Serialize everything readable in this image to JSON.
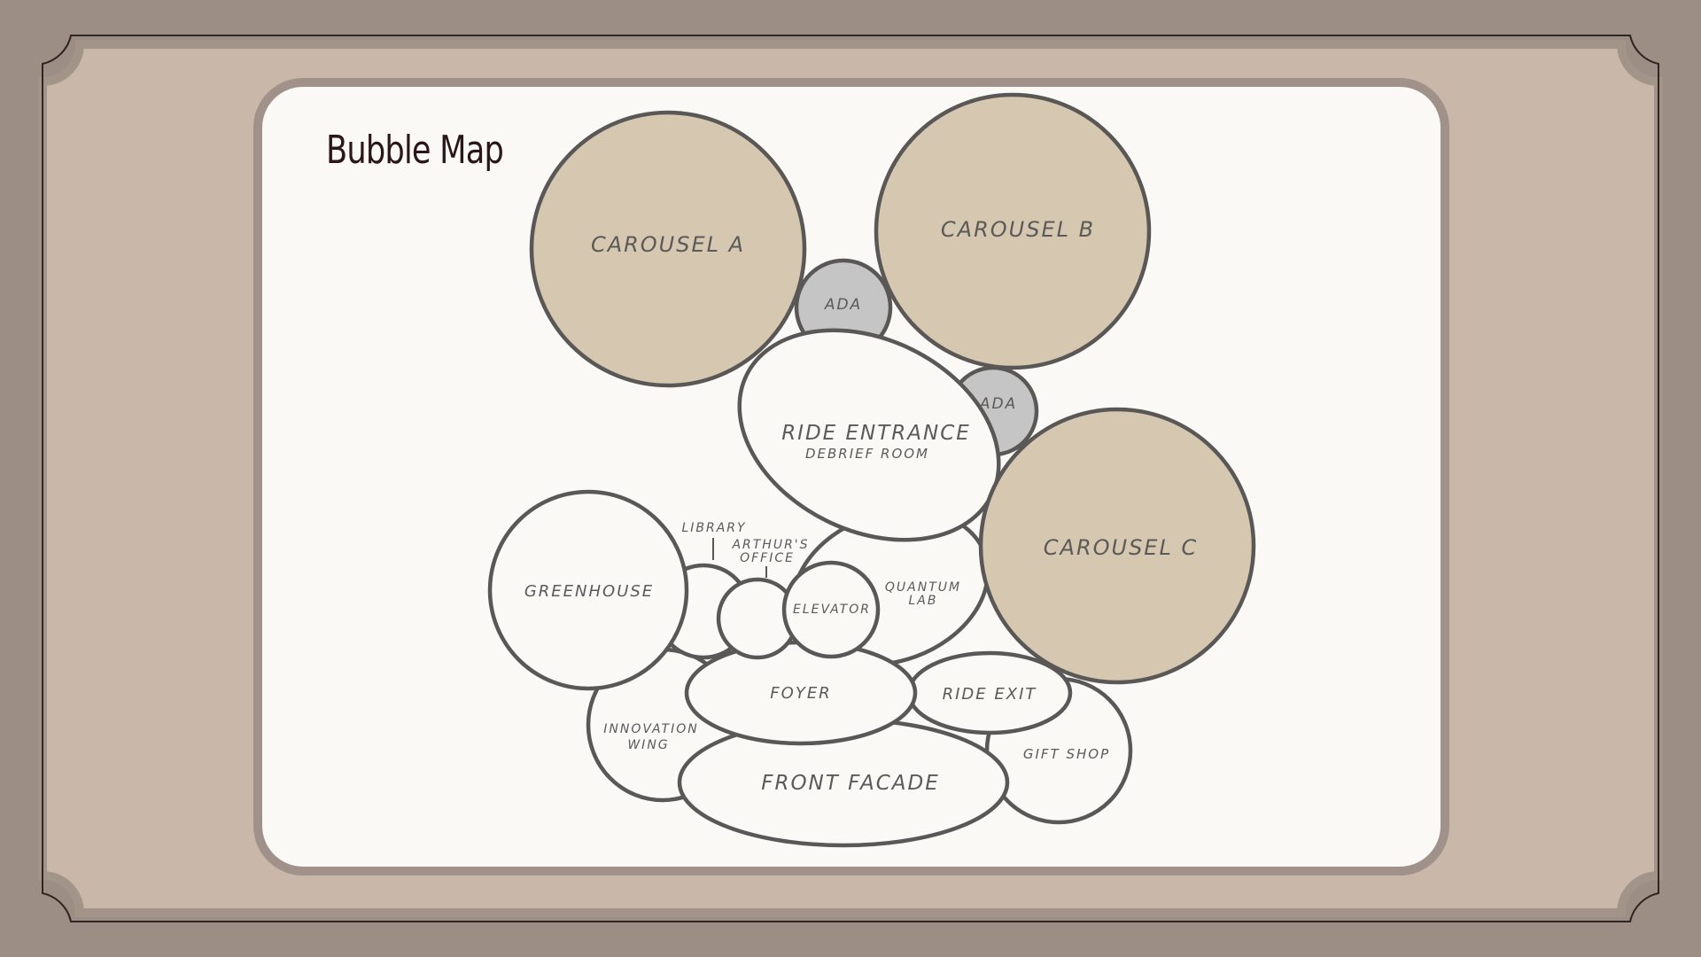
{
  "slide": {
    "title": "Bubble Map"
  },
  "colors": {
    "background": "#9c8e84",
    "panel": "#c9b7aa",
    "card_border": "#a0918a",
    "card": "#fbf9f6",
    "carousel_fill": "#d5c7b0",
    "ada_fill": "#c6c5c5",
    "room_fill": "#fbf9f6",
    "outline": "#5a5856",
    "title_text": "#2a1718"
  },
  "bubbles": {
    "carousel_a": "CAROUSEL A",
    "carousel_b": "CAROUSEL B",
    "carousel_c": "CAROUSEL C",
    "ada_1": "ADA",
    "ada_2": "ADA",
    "ride_entrance": "RIDE ENTRANCE",
    "debrief_room": "DEBRIEF ROOM",
    "greenhouse": "GREENHOUSE",
    "library": "LIBRARY",
    "arthurs_office_1": "ARTHUR'S",
    "arthurs_office_2": "OFFICE",
    "elevator": "ELEVATOR",
    "quantum_lab_1": "QUANTUM",
    "quantum_lab_2": "LAB",
    "foyer": "FOYER",
    "ride_exit": "RIDE EXIT",
    "innovation_wing_1": "INNOVATION",
    "innovation_wing_2": "WING",
    "front_facade": "FRONT FACADE",
    "gift_shop": "GIFT SHOP"
  }
}
